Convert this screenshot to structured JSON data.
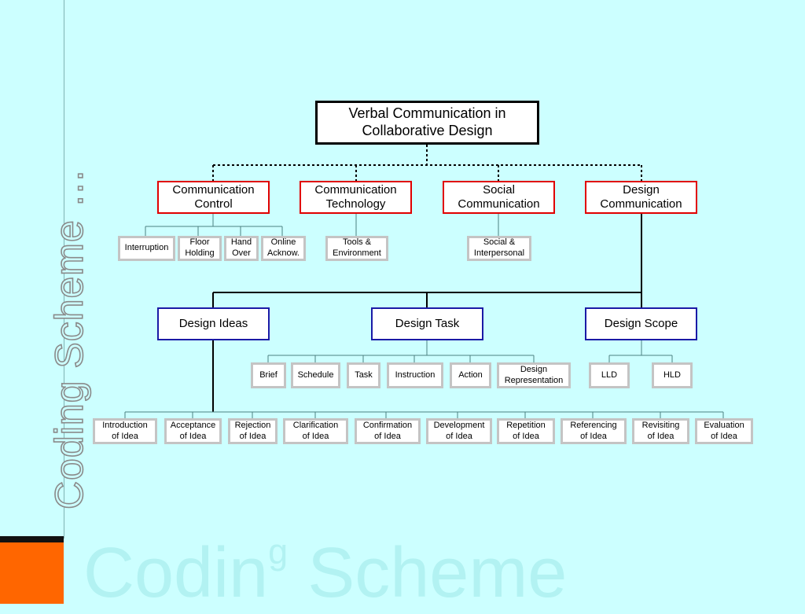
{
  "slide": {
    "side_title": "Coding Scheme …",
    "watermark": {
      "main": "Codin",
      "sup": "g",
      "rest": " Scheme"
    }
  },
  "diagram": {
    "root": "Verbal Communication in\nCollaborative Design",
    "level1": [
      "Communication\nControl",
      "Communication\nTechnology",
      "Social\nCommunication",
      "Design\nCommunication"
    ],
    "control_items": [
      "Interruption",
      "Floor\nHolding",
      "Hand\nOver",
      "Online\nAcknow."
    ],
    "technology_items": [
      "Tools &\nEnvironment"
    ],
    "social_items": [
      "Social &\nInterpersonal"
    ],
    "level2": [
      "Design Ideas",
      "Design Task",
      "Design Scope"
    ],
    "task_items": [
      "Brief",
      "Schedule",
      "Task",
      "Instruction",
      "Action",
      "Design\nRepresentation"
    ],
    "scope_items": [
      "LLD",
      "HLD"
    ],
    "idea_items": [
      "Introduction\nof Idea",
      "Acceptance\nof Idea",
      "Rejection\nof Idea",
      "Clarification\nof Idea",
      "Confirmation\nof Idea",
      "Development\nof Idea",
      "Repetition\nof Idea",
      "Referencing\nof Idea",
      "Revisiting\nof Idea",
      "Evaluation\nof Idea"
    ]
  }
}
